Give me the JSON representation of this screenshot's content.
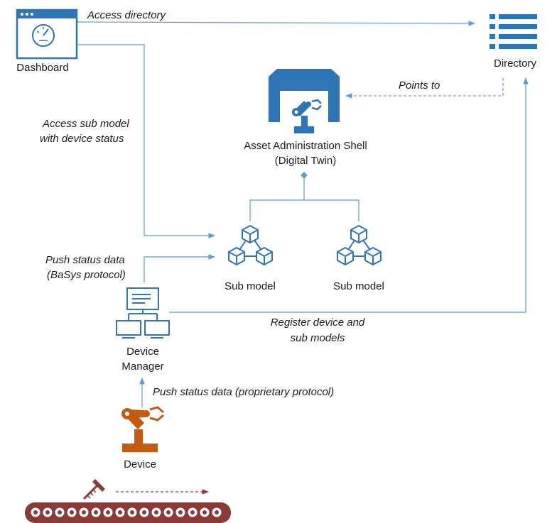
{
  "nodes": {
    "dashboard": {
      "label": "Dashboard",
      "icon": "dashboard-window-icon"
    },
    "directory": {
      "label": "Directory",
      "icon": "list-icon"
    },
    "aas": {
      "line1": "Asset Administration Shell",
      "line2": "(Digital Twin)",
      "icon": "robot-arm-in-shell-icon"
    },
    "submodel_1": {
      "label": "Sub model",
      "icon": "cubes-network-icon"
    },
    "submodel_2": {
      "label": "Sub model",
      "icon": "cubes-network-icon"
    },
    "device_manager": {
      "line1": "Device",
      "line2": "Manager",
      "icon": "computer-network-icon"
    },
    "device": {
      "label": "Device",
      "icon": "robot-arm-icon"
    },
    "conveyor": {
      "icon": "conveyor-belt-icon"
    }
  },
  "edges": {
    "access_directory": "Access directory",
    "points_to": "Points to",
    "access_submodel": {
      "line1": "Access sub model",
      "line2": "with device status"
    },
    "push_basys": {
      "line1": "Push status data",
      "line2": "(BaSys protocol)"
    },
    "register": {
      "line1": "Register device and",
      "line2": "sub models"
    },
    "push_proprietary": "Push status data (proprietary protocol)"
  },
  "colors": {
    "blue": "#2e75b6",
    "orange": "#c55a11",
    "brown": "#8b3a3a",
    "text": "#1a1a1a"
  }
}
